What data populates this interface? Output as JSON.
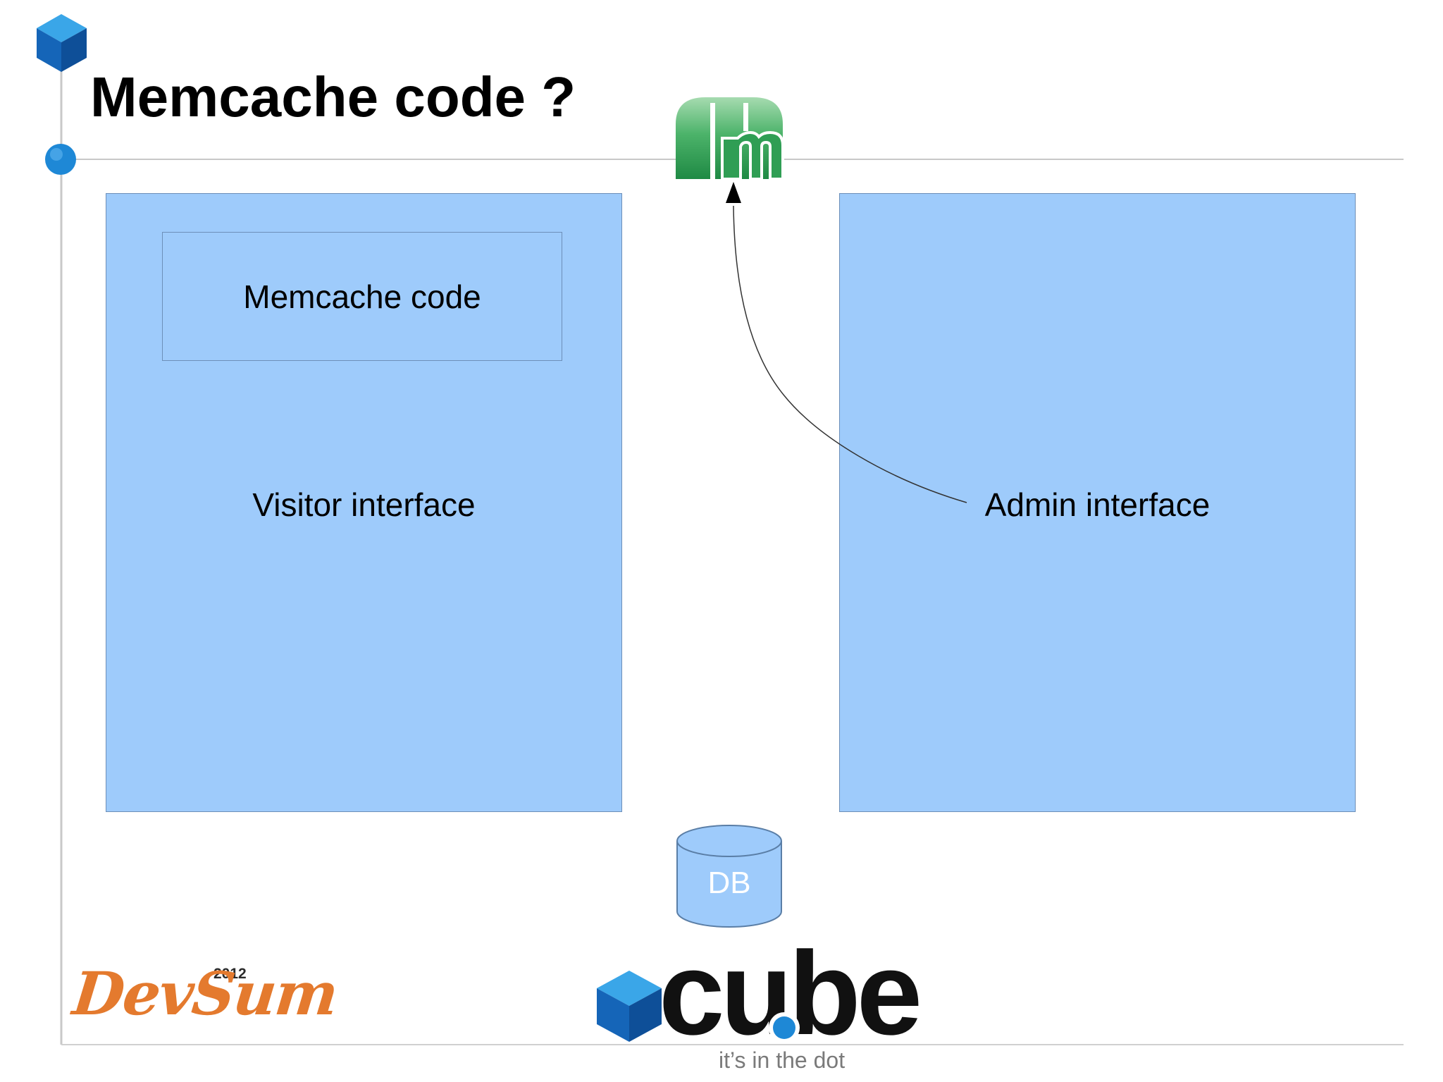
{
  "slide": {
    "title": "Memcache code ?"
  },
  "diagram": {
    "visitor_box": {
      "label": "Visitor interface",
      "inner_box_label": "Memcache code"
    },
    "admin_box": {
      "label": "Admin interface"
    },
    "database": {
      "label": "DB"
    },
    "memcache_logo": {
      "icon": "memcached-logo-icon"
    }
  },
  "branding": {
    "cube_word": "cube",
    "cube_tagline": "it’s in the dot",
    "devsum_word": "DevSum",
    "devsum_year": "2012"
  },
  "colors": {
    "box_fill": "#9ecbfb",
    "accent_blue": "#1e88d6",
    "memcache_green": "#2f9e54",
    "devsum_orange": "#e47a2e"
  }
}
